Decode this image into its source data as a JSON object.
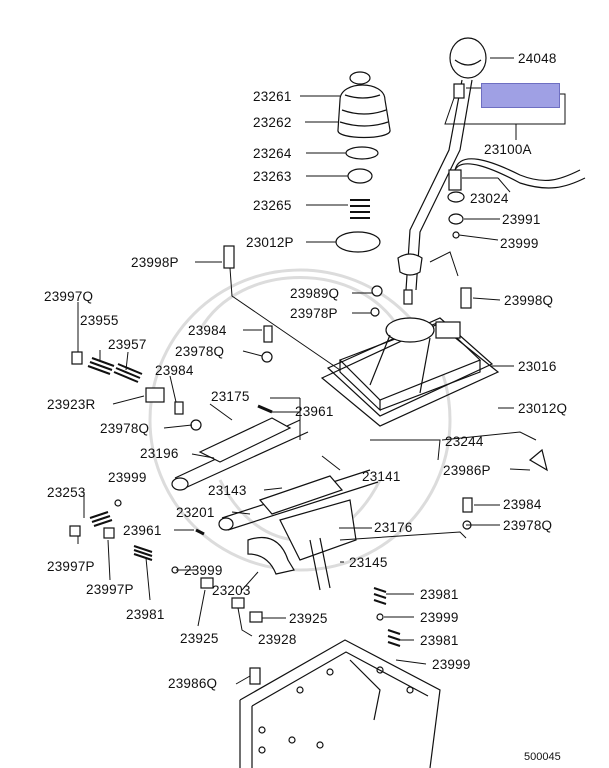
{
  "figure_number": "500045",
  "highlight": {
    "color": "#9fa0e4",
    "target_part": "23100A"
  },
  "parts": [
    "24048",
    "23100A",
    "23024",
    "23991",
    "23999",
    "23261",
    "23262",
    "23264",
    "23263",
    "23265",
    "23012P",
    "23998P",
    "23989Q",
    "23978P",
    "23998Q",
    "23016",
    "23012Q",
    "23997Q",
    "23955",
    "23957",
    "23984",
    "23978Q",
    "23923R",
    "23175",
    "23961",
    "23196",
    "23141",
    "23143",
    "23201",
    "23244",
    "23986P",
    "23253",
    "23176",
    "23145",
    "23203",
    "23997P",
    "23981",
    "23925",
    "23928",
    "23986Q"
  ]
}
